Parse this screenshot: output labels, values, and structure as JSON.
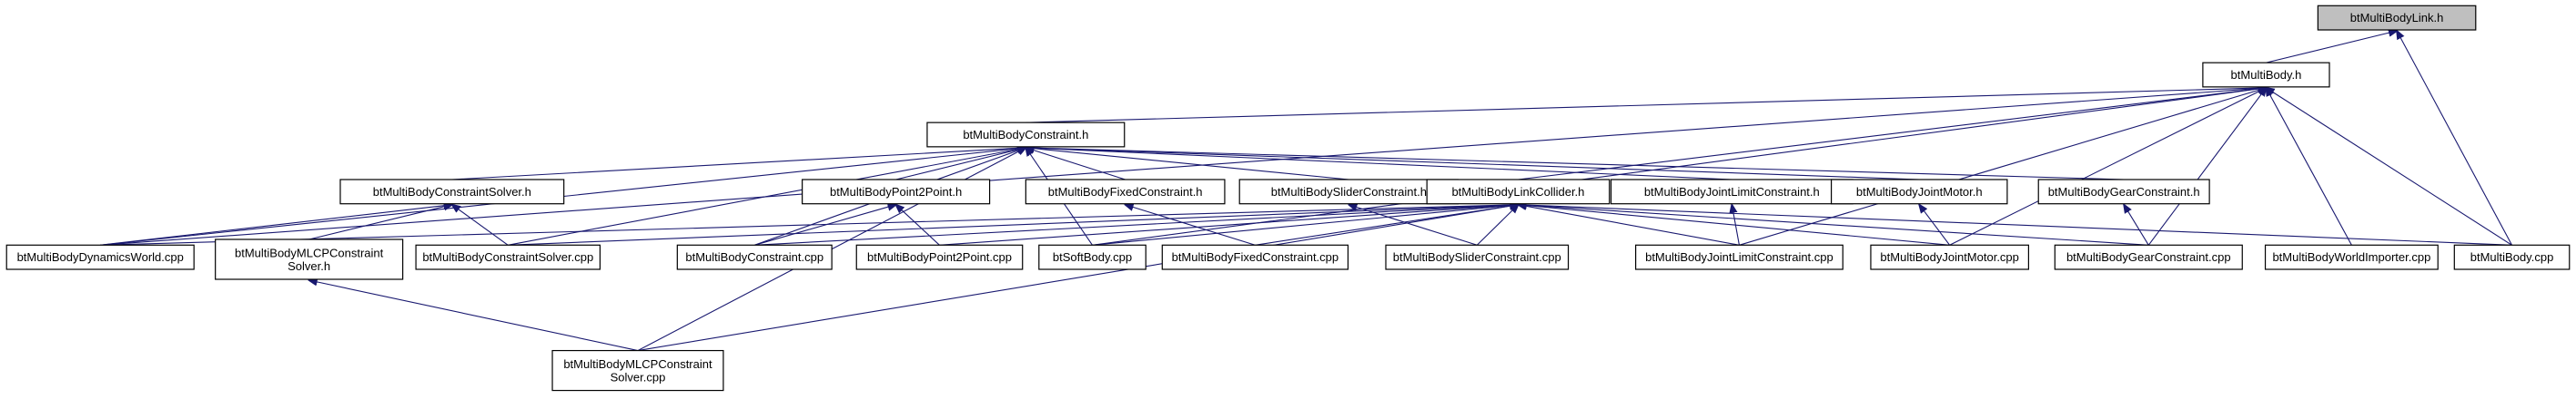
{
  "colors": {
    "edge": "#191970",
    "node_fill": "#ffffff",
    "root_fill": "#bfbfbf",
    "border": "#000000"
  },
  "nodes": [
    {
      "id": "link_h",
      "lines": [
        "btMultiBodyLink.h"
      ],
      "root": true
    },
    {
      "id": "body_h",
      "lines": [
        "btMultiBody.h"
      ]
    },
    {
      "id": "constraint_h",
      "lines": [
        "btMultiBodyConstraint.h"
      ]
    },
    {
      "id": "solver_h",
      "lines": [
        "btMultiBodyConstraintSolver.h"
      ]
    },
    {
      "id": "p2p_h",
      "lines": [
        "btMultiBodyPoint2Point.h"
      ]
    },
    {
      "id": "fixed_h",
      "lines": [
        "btMultiBodyFixedConstraint.h"
      ]
    },
    {
      "id": "slider_h",
      "lines": [
        "btMultiBodySliderConstraint.h"
      ]
    },
    {
      "id": "collider_h",
      "lines": [
        "btMultiBodyLinkCollider.h"
      ]
    },
    {
      "id": "jlimit_h",
      "lines": [
        "btMultiBodyJointLimitConstraint.h"
      ]
    },
    {
      "id": "jmotor_h",
      "lines": [
        "btMultiBodyJointMotor.h"
      ]
    },
    {
      "id": "gear_h",
      "lines": [
        "btMultiBodyGearConstraint.h"
      ]
    },
    {
      "id": "world_cpp",
      "lines": [
        "btMultiBodyDynamicsWorld.cpp"
      ]
    },
    {
      "id": "mlcp_h",
      "lines": [
        "btMultiBodyMLCPConstraint",
        "Solver.h"
      ]
    },
    {
      "id": "solver_cpp",
      "lines": [
        "btMultiBodyConstraintSolver.cpp"
      ]
    },
    {
      "id": "constraint_cpp",
      "lines": [
        "btMultiBodyConstraint.cpp"
      ]
    },
    {
      "id": "p2p_cpp",
      "lines": [
        "btMultiBodyPoint2Point.cpp"
      ]
    },
    {
      "id": "soft_cpp",
      "lines": [
        "btSoftBody.cpp"
      ]
    },
    {
      "id": "fixed_cpp",
      "lines": [
        "btMultiBodyFixedConstraint.cpp"
      ]
    },
    {
      "id": "slider_cpp",
      "lines": [
        "btMultiBodySliderConstraint.cpp"
      ]
    },
    {
      "id": "jlimit_cpp",
      "lines": [
        "btMultiBodyJointLimitConstraint.cpp"
      ]
    },
    {
      "id": "jmotor_cpp",
      "lines": [
        "btMultiBodyJointMotor.cpp"
      ]
    },
    {
      "id": "gear_cpp",
      "lines": [
        "btMultiBodyGearConstraint.cpp"
      ]
    },
    {
      "id": "importer_cpp",
      "lines": [
        "btMultiBodyWorldImporter.cpp"
      ]
    },
    {
      "id": "body_cpp",
      "lines": [
        "btMultiBody.cpp"
      ]
    },
    {
      "id": "mlcp_cpp",
      "lines": [
        "btMultiBodyMLCPConstraint",
        "Solver.cpp"
      ]
    }
  ],
  "edges": [
    [
      "body_h",
      "link_h"
    ],
    [
      "body_cpp",
      "link_h"
    ],
    [
      "constraint_h",
      "body_h"
    ],
    [
      "collider_h",
      "body_h"
    ],
    [
      "world_cpp",
      "body_h"
    ],
    [
      "jlimit_cpp",
      "body_h"
    ],
    [
      "jmotor_cpp",
      "body_h"
    ],
    [
      "gear_cpp",
      "body_h"
    ],
    [
      "importer_cpp",
      "body_h"
    ],
    [
      "body_cpp",
      "body_h"
    ],
    [
      "soft_cpp",
      "body_h"
    ],
    [
      "solver_h",
      "constraint_h"
    ],
    [
      "p2p_h",
      "constraint_h"
    ],
    [
      "fixed_h",
      "constraint_h"
    ],
    [
      "slider_h",
      "constraint_h"
    ],
    [
      "jlimit_h",
      "constraint_h"
    ],
    [
      "jmotor_h",
      "constraint_h"
    ],
    [
      "gear_h",
      "constraint_h"
    ],
    [
      "world_cpp",
      "constraint_h"
    ],
    [
      "solver_cpp",
      "constraint_h"
    ],
    [
      "constraint_cpp",
      "constraint_h"
    ],
    [
      "soft_cpp",
      "constraint_h"
    ],
    [
      "mlcp_cpp",
      "constraint_h"
    ],
    [
      "world_cpp",
      "solver_h"
    ],
    [
      "mlcp_h",
      "solver_h"
    ],
    [
      "solver_cpp",
      "solver_h"
    ],
    [
      "constraint_cpp",
      "p2p_h"
    ],
    [
      "p2p_cpp",
      "p2p_h"
    ],
    [
      "fixed_cpp",
      "fixed_h"
    ],
    [
      "slider_cpp",
      "slider_h"
    ],
    [
      "jlimit_cpp",
      "jlimit_h"
    ],
    [
      "jmotor_cpp",
      "jmotor_h"
    ],
    [
      "gear_cpp",
      "gear_h"
    ],
    [
      "mlcp_cpp",
      "mlcp_h"
    ],
    [
      "world_cpp",
      "collider_h"
    ],
    [
      "solver_cpp",
      "collider_h"
    ],
    [
      "constraint_cpp",
      "collider_h"
    ],
    [
      "p2p_cpp",
      "collider_h"
    ],
    [
      "soft_cpp",
      "collider_h"
    ],
    [
      "fixed_cpp",
      "collider_h"
    ],
    [
      "slider_cpp",
      "collider_h"
    ],
    [
      "jlimit_cpp",
      "collider_h"
    ],
    [
      "jmotor_cpp",
      "collider_h"
    ],
    [
      "gear_cpp",
      "collider_h"
    ],
    [
      "body_cpp",
      "collider_h"
    ],
    [
      "mlcp_cpp",
      "collider_h"
    ]
  ]
}
